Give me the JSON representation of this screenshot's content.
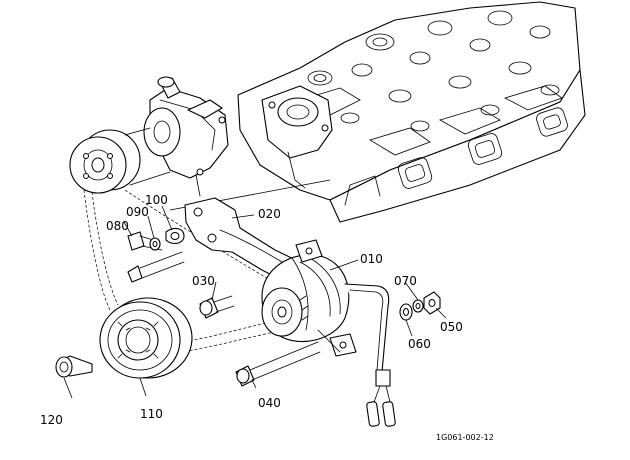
{
  "figure_code": "1G061-002-12",
  "callouts": {
    "p010": "010",
    "p020": "020",
    "p030": "030",
    "p040": "040",
    "p050": "050",
    "p060": "060",
    "p070": "070",
    "p080": "080",
    "p090": "090",
    "p100": "100",
    "p110": "110",
    "p120": "120"
  }
}
